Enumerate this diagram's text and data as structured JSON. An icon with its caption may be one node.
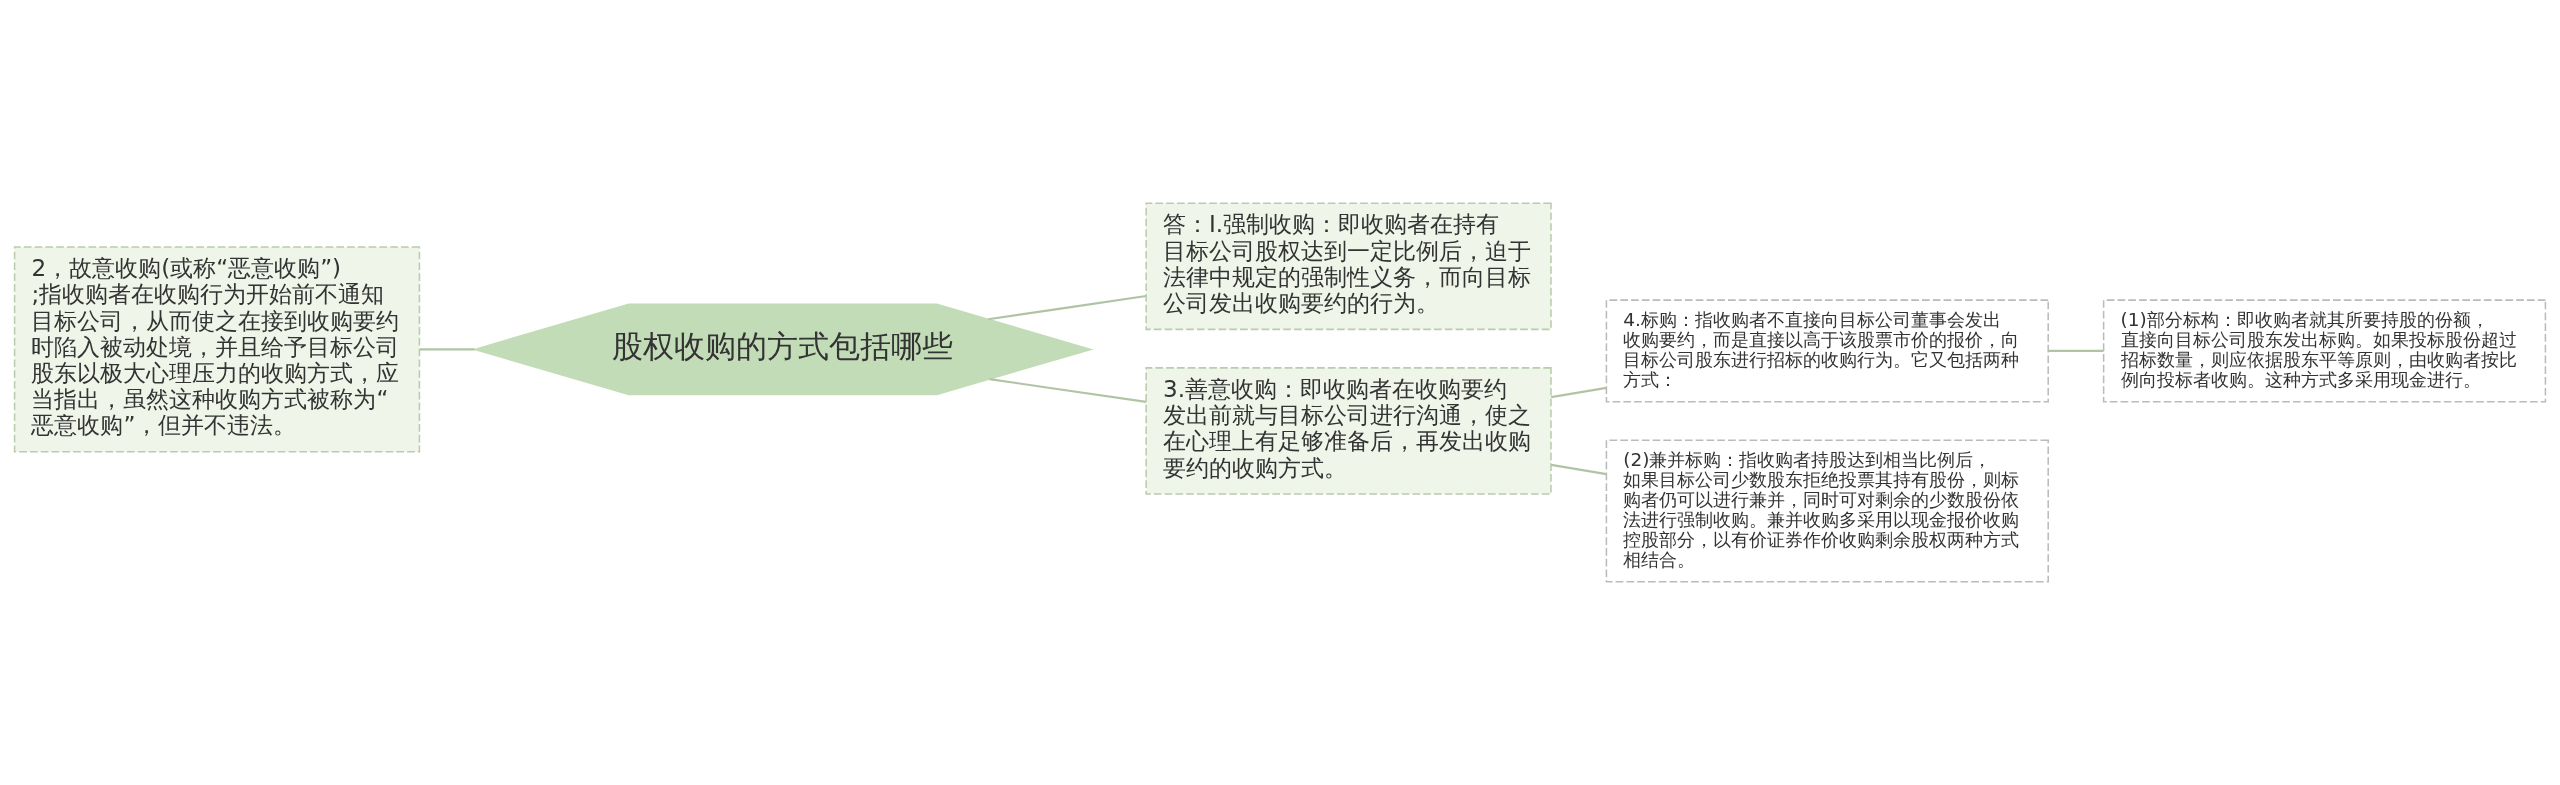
{
  "diagram": {
    "nodes": [
      {
        "text": [
          "股权收购的方式包括哪些"
        ]
      },
      {
        "text": [
          "2，故意收购(或称“恶意收购”);指收购者在收购行为开始前不通知目标公司，从而使之在接到收购要约时陷入被动处境，并且给予目标公司股东以极大心理压力的收购方式，应当指出，虽然这种收购方式被称为“恶意收购”，但并不违法。"
        ]
      },
      {
        "text": [
          "答：I.强制收购：即收购者在持有目标公司股权达到一定比例后，迫于法律中规定的强制性义务，而向目标公司发出收购要约的行为。"
        ]
      },
      {
        "text": [
          "3.善意收购：即收购者在收购要约发出前就与目标公司进行沟通，使之在心理上有足够准备后，再发出收购要约的收购方式。"
        ]
      },
      {
        "text": [
          "4.标购：指收购者不直接向目标公司董事会发出收购要约，而是直接以高于该股票市价的报价，向目标公司股东进行招标的收购行为。它又包括两种方式："
        ]
      },
      {
        "text": [
          "(1)部分标构：即收购者就其所要持股的份额，直接向目标公司股东发出标购。如果投标股份超过招标数量，则应依据股东平等原则，由收购者按比例向投标者收购。这种方式多采用现金进行。"
        ]
      },
      {
        "text": [
          "(2)兼并标购：指收购者持股达到相当比例后，如果目标公司少数股东拒绝投票其持有股份，则标购者仍可以进行兼并，同时可对剩余的少数股份依法进行强制收购。兼并收购多采用以现金报价收购控股部分，以有价证券作价收购剩余股权两种方式相结合。"
        ]
      }
    ],
    "edges": [
      {
        "from": 0,
        "to": 1,
        "arrow": "none"
      },
      {
        "from": 0,
        "to": 2,
        "arrow": "none"
      },
      {
        "from": 0,
        "to": 3,
        "arrow": "none"
      },
      {
        "from": 3,
        "to": 4,
        "arrow": "none"
      },
      {
        "from": 3,
        "to": 6,
        "arrow": "none"
      },
      {
        "from": 4,
        "to": 5,
        "arrow": "none"
      }
    ]
  }
}
